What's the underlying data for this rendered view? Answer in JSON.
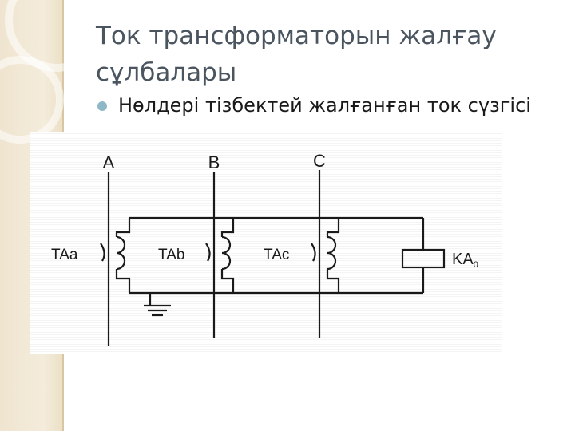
{
  "slide": {
    "title": "Ток трансформаторын жалғау сұлбалары",
    "bullet": "Нөлдері тізбектей жалғанған ток сүзгісі"
  },
  "diagram": {
    "phases": [
      "A",
      "B",
      "C"
    ],
    "transformers": [
      "TAa",
      "TAb",
      "TAc"
    ],
    "relay": {
      "label": "KA",
      "subscript": "0"
    }
  },
  "colors": {
    "title": "#4a5560",
    "accent": "#8fb8c6",
    "side_strip": "#efe4cf",
    "wire": "#1a1a1a"
  }
}
